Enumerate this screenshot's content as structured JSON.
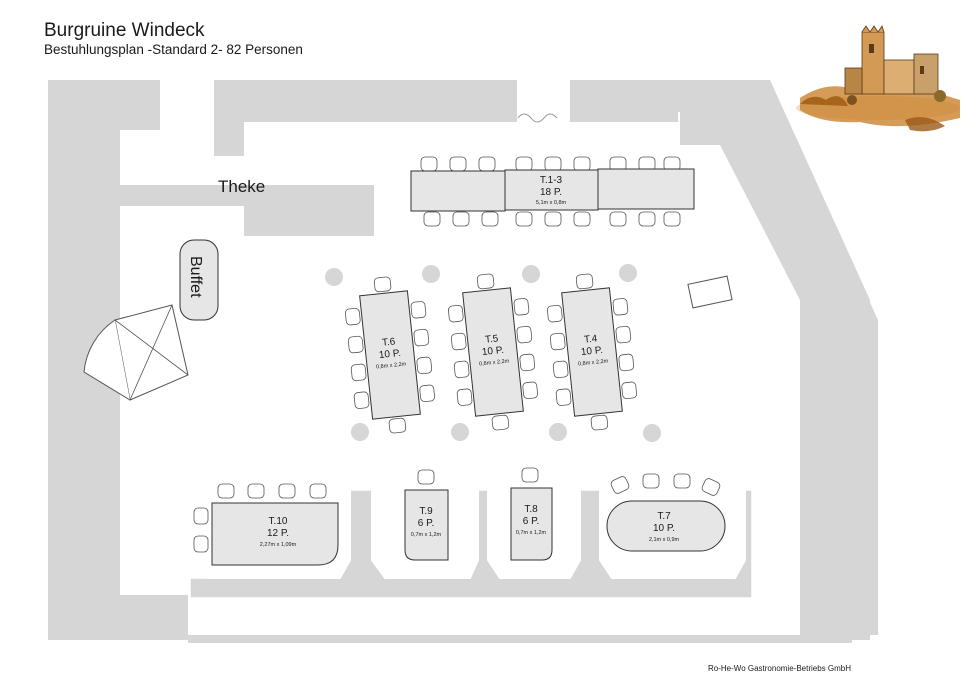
{
  "header": {
    "title": "Burgruine Windeck",
    "subtitle": "Bestuhlungsplan -Standard 2- 82 Personen"
  },
  "areas": {
    "bar": "Theke",
    "buffet": "Buffet"
  },
  "tables": [
    {
      "id": "t13",
      "name": "T.1-3",
      "persons": "18 P.",
      "size": "5,1m x 0,8m"
    },
    {
      "id": "t6",
      "name": "T.6",
      "persons": "10 P.",
      "size": "0,8m x 2,2m"
    },
    {
      "id": "t5",
      "name": "T.5",
      "persons": "10 P.",
      "size": "0,8m x 2,2m"
    },
    {
      "id": "t4",
      "name": "T.4",
      "persons": "10 P.",
      "size": "0,8m x 2,2m"
    },
    {
      "id": "t10",
      "name": "T.10",
      "persons": "12 P.",
      "size": "2,27m x 1,09m"
    },
    {
      "id": "t9",
      "name": "T.9",
      "persons": "6 P.",
      "size": "0,7m x 1,2m"
    },
    {
      "id": "t8",
      "name": "T.8",
      "persons": "6 P.",
      "size": "0,7m x 1,2m"
    },
    {
      "id": "t7",
      "name": "T.7",
      "persons": "10 P.",
      "size": "2,1m x 0,9m"
    }
  ],
  "footer": "Ro-He-Wo Gastronomie-Betriebs GmbH",
  "colors": {
    "wall": "#d6d6d6",
    "table": "#e6e6e6",
    "stroke": "#333333",
    "castle": "#d08a2a"
  }
}
